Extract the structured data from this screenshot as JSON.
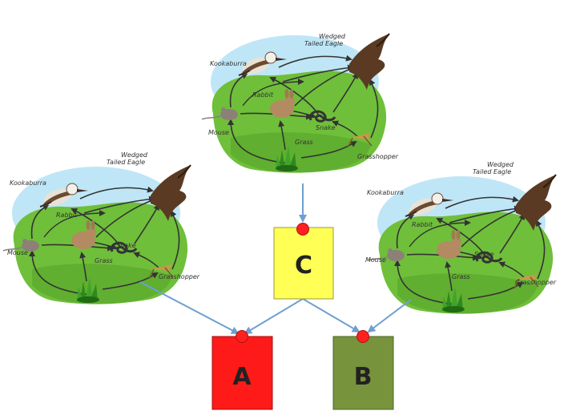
{
  "food_web": {
    "labels": {
      "eagle_line1": "Wedged",
      "eagle_line2": "Tailed Eagle",
      "kookaburra": "Kookaburra",
      "rabbit": "Rabbit",
      "mouse": "Mouse",
      "snake": "Snake",
      "grass": "Grass",
      "grasshopper": "Grasshopper"
    }
  },
  "boxes": {
    "a": {
      "label": "A",
      "color": "#ff1a1a"
    },
    "b": {
      "label": "B",
      "color": "#77933c"
    },
    "c": {
      "label": "C",
      "color": "#ffff55"
    }
  },
  "colors": {
    "arrow": "#6f9fd0",
    "pin": "#ff2020",
    "sky": "#bfe6f7",
    "land": "#6fbf3a"
  }
}
